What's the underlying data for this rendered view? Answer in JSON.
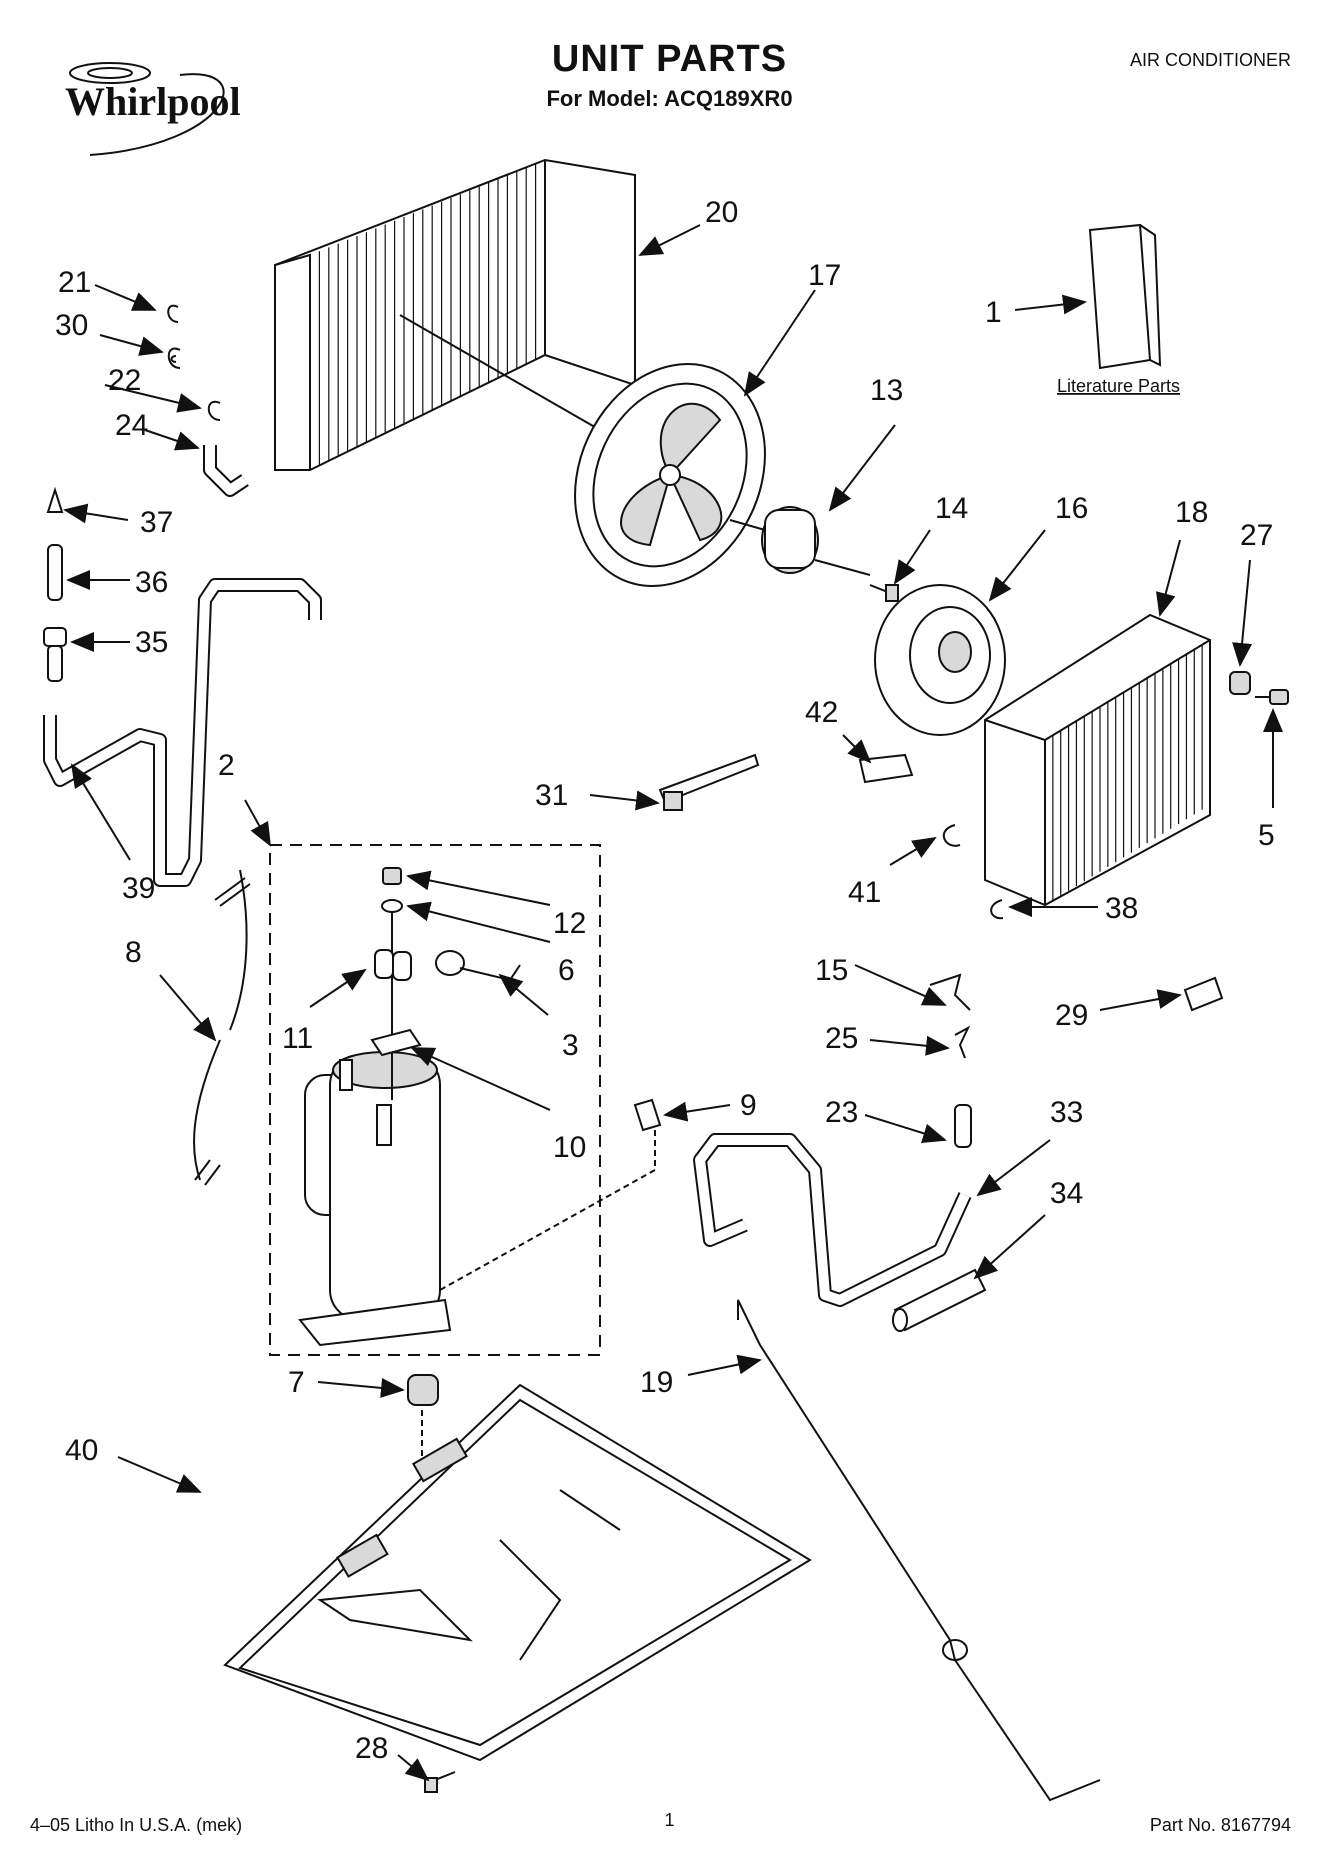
{
  "header": {
    "brand": "Whirlpool",
    "title": "UNIT PARTS",
    "subtitle": "For Model: ACQ189XR0",
    "category": "AIR CONDITIONER"
  },
  "footer": {
    "left": "4–05 Litho In U.S.A. (mek)",
    "page": "1",
    "part_no": "Part No. 8167794"
  },
  "literature_label": "Literature Parts",
  "callouts": {
    "c1": "1",
    "c2": "2",
    "c3": "3",
    "c5": "5",
    "c6": "6",
    "c7": "7",
    "c8": "8",
    "c9": "9",
    "c10": "10",
    "c11": "11",
    "c12": "12",
    "c13": "13",
    "c14": "14",
    "c15": "15",
    "c16": "16",
    "c17": "17",
    "c18": "18",
    "c19": "19",
    "c20": "20",
    "c21": "21",
    "c22": "22",
    "c23": "23",
    "c24": "24",
    "c25": "25",
    "c27": "27",
    "c28": "28",
    "c29": "29",
    "c30": "30",
    "c31": "31",
    "c33": "33",
    "c34": "34",
    "c35": "35",
    "c36": "36",
    "c37": "37",
    "c38": "38",
    "c39": "39",
    "c40": "40",
    "c41": "41",
    "c42": "42"
  }
}
